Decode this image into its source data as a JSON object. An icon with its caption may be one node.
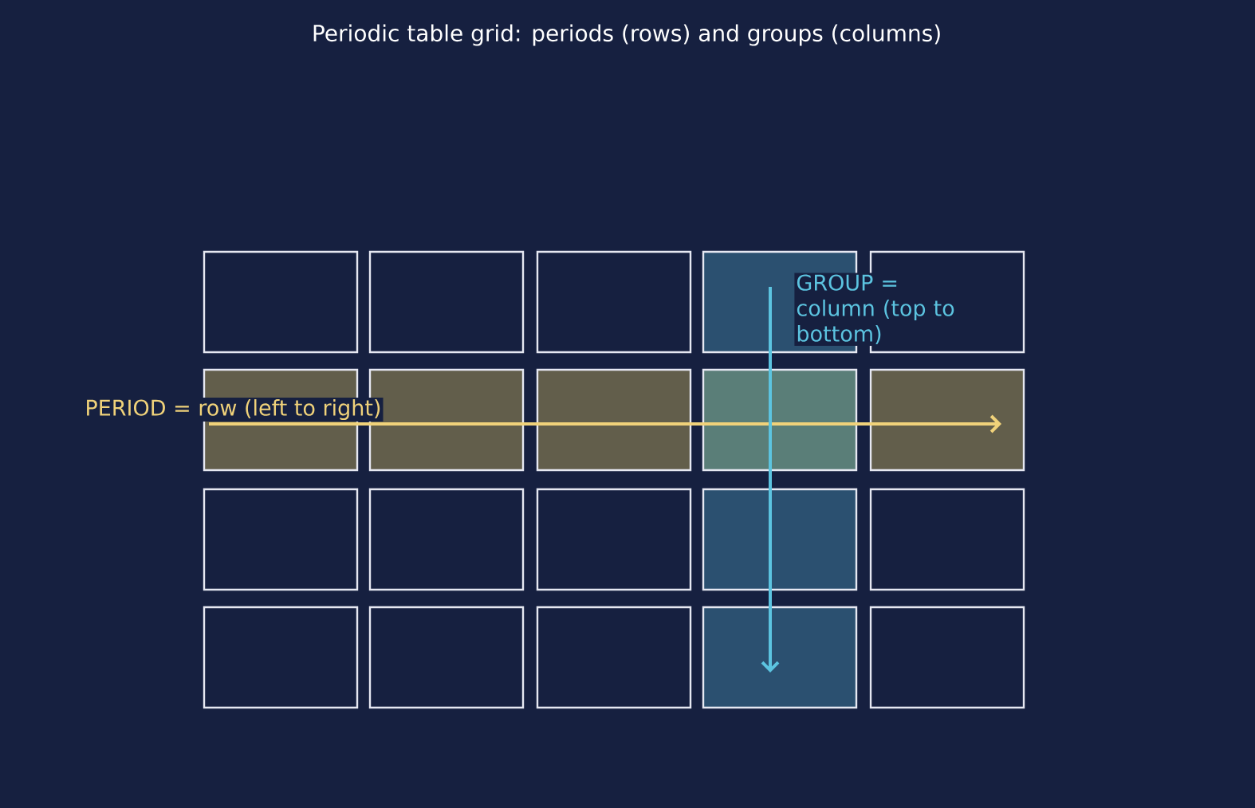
{
  "diagram": {
    "title": "Periodic table grid: periods (rows) and groups (columns)",
    "labels": [
      "PERIOD = row (left to right)",
      "GROUP = column (top to bottom)"
    ]
  }
}
